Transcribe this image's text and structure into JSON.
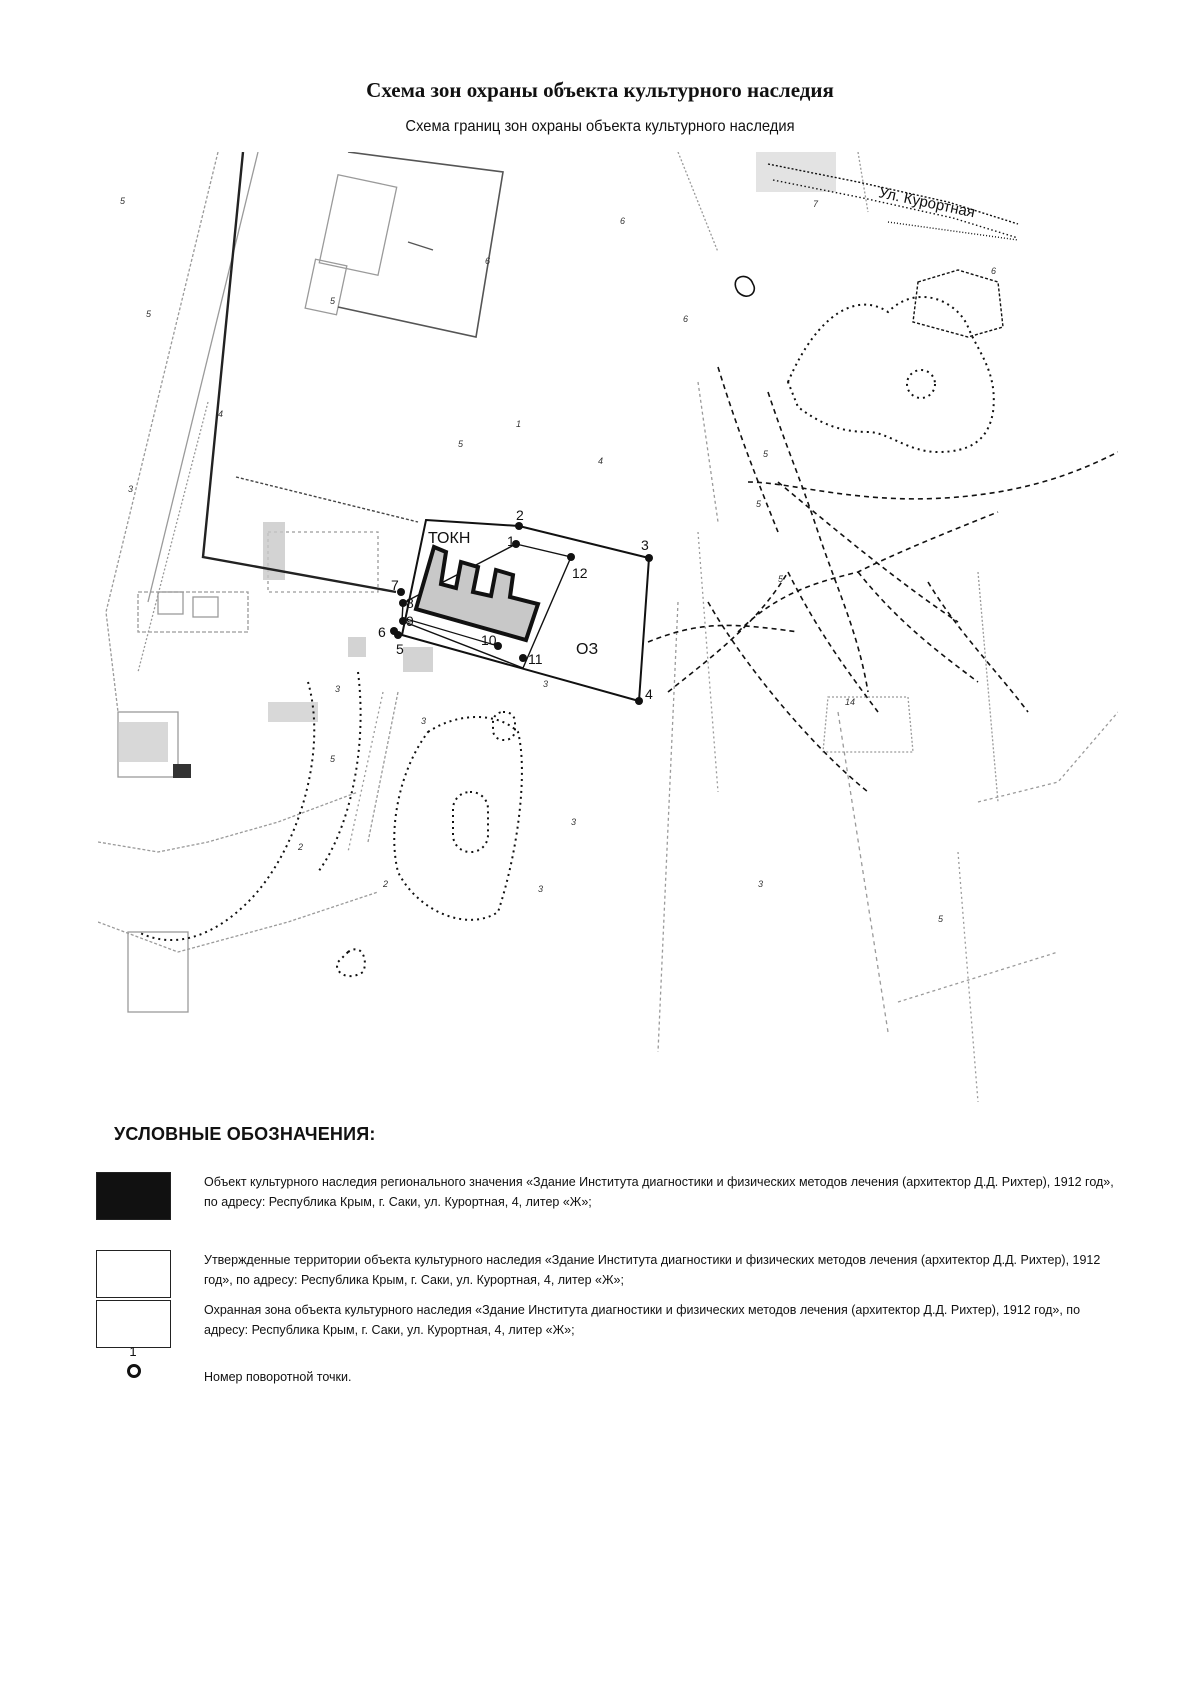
{
  "title": "Схема зон охраны объекта культурного наследия",
  "subtitle": "Схема границ зон охраны объекта культурного наследия",
  "map": {
    "street_label": "Ул. Курортная",
    "zone_labels": {
      "tokn": "ТОКН",
      "oz": "ОЗ"
    },
    "points": [
      "1",
      "2",
      "3",
      "4",
      "5",
      "6",
      "7",
      "8",
      "9",
      "10",
      "11",
      "12"
    ],
    "scatter_numbers": [
      "5",
      "5",
      "6",
      "6",
      "6",
      "7",
      "5",
      "4",
      "4",
      "5",
      "5",
      "3",
      "3",
      "3",
      "2",
      "2",
      "3",
      "3",
      "3",
      "5",
      "5",
      "6",
      "14",
      "3",
      "5",
      "1",
      "5"
    ],
    "colors": {
      "line": "#111111",
      "base": "#9a9a9a",
      "shade": "#c8c8c8"
    }
  },
  "legend": {
    "heading": "УСЛОВНЫЕ ОБОЗНАЧЕНИЯ:",
    "items": [
      {
        "swatch": "dark",
        "text": "Объект культурного наследия регионального значения «Здание Института диагностики и физических методов лечения (архитектор Д.Д. Рихтер), 1912 год», по адресу: Республика Крым, г. Саки, ул. Курортная, 4, литер «Ж»;"
      },
      {
        "swatch": "light",
        "text": "Утвержденные территории объекта культурного наследия «Здание Института диагностики и физических методов лечения (архитектор Д.Д. Рихтер), 1912 год», по адресу: Республика Крым, г. Саки, ул. Курортная, 4, литер «Ж»;"
      },
      {
        "swatch": "light",
        "text": "Охранная зона объекта культурного наследия «Здание Института диагностики и физических методов лечения (архитектор Д.Д. Рихтер), 1912 год», по адресу: Республика Крым, г. Саки, ул. Курортная, 4, литер «Ж»;"
      },
      {
        "swatch": "point",
        "number": "1",
        "text": "Номер поворотной точки."
      }
    ]
  }
}
